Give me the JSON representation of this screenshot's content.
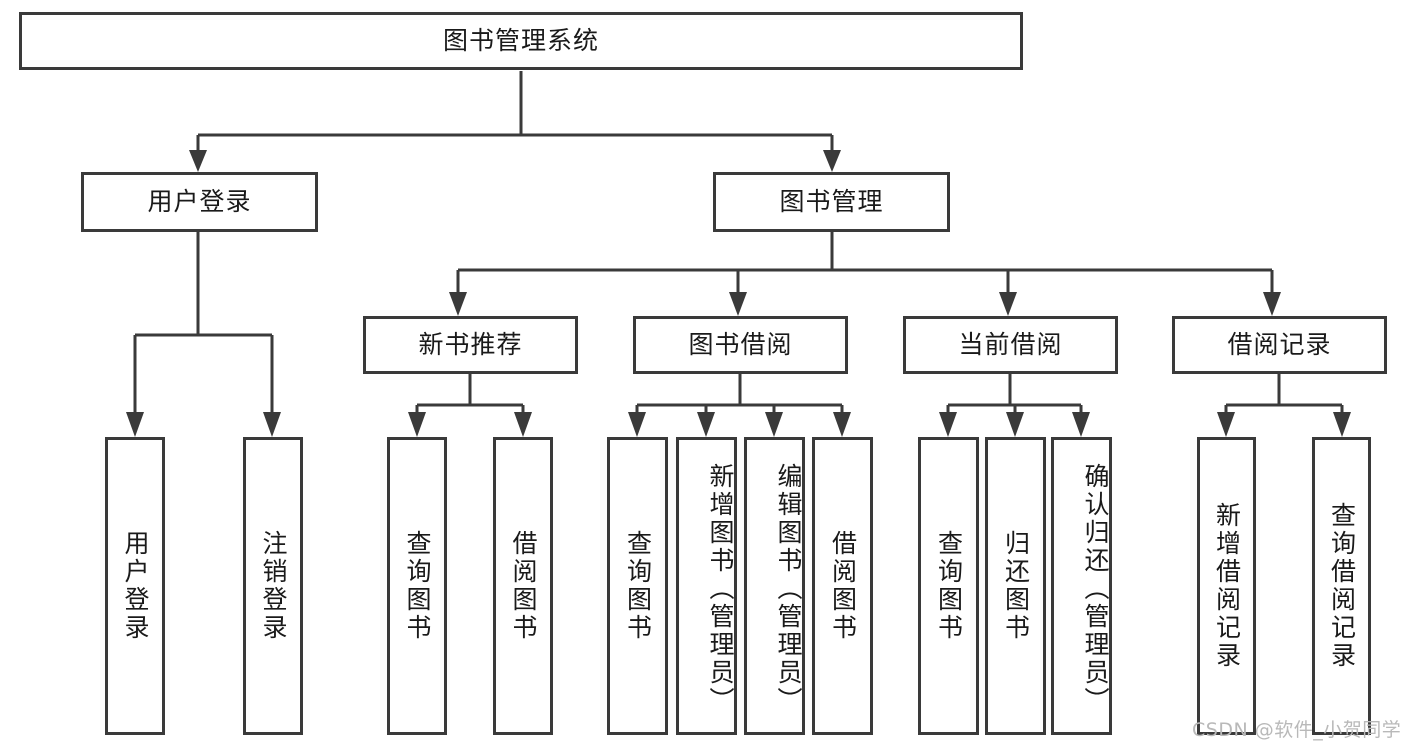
{
  "diagram": {
    "title_node": {
      "label": "图书管理系统"
    },
    "level2": [
      {
        "label": "用户登录"
      },
      {
        "label": "图书管理"
      }
    ],
    "level3": [
      {
        "label": "新书推荐"
      },
      {
        "label": "图书借阅"
      },
      {
        "label": "当前借阅"
      },
      {
        "label": "借阅记录"
      }
    ],
    "leaves": {
      "user_login": [
        {
          "label": "用户登录"
        },
        {
          "label": "注销登录"
        }
      ],
      "new_book": [
        {
          "label": "查询图书"
        },
        {
          "label": "借阅图书"
        }
      ],
      "book_borrow": [
        {
          "label": "查询图书"
        },
        {
          "label": "新增图书（管理员）"
        },
        {
          "label": "编辑图书（管理员）"
        },
        {
          "label": "借阅图书"
        }
      ],
      "current_borrow": [
        {
          "label": "查询图书"
        },
        {
          "label": "归还图书"
        },
        {
          "label": "确认归还（管理员）"
        }
      ],
      "borrow_record": [
        {
          "label": "新增借阅记录"
        },
        {
          "label": "查询借阅记录"
        }
      ]
    },
    "watermark": {
      "text": "CSDN @软件_小贺同学"
    },
    "colors": {
      "stroke": "#3a3a3a",
      "text": "#1a1a1a",
      "background": "#ffffff",
      "watermark": "#b9b9b9"
    }
  }
}
